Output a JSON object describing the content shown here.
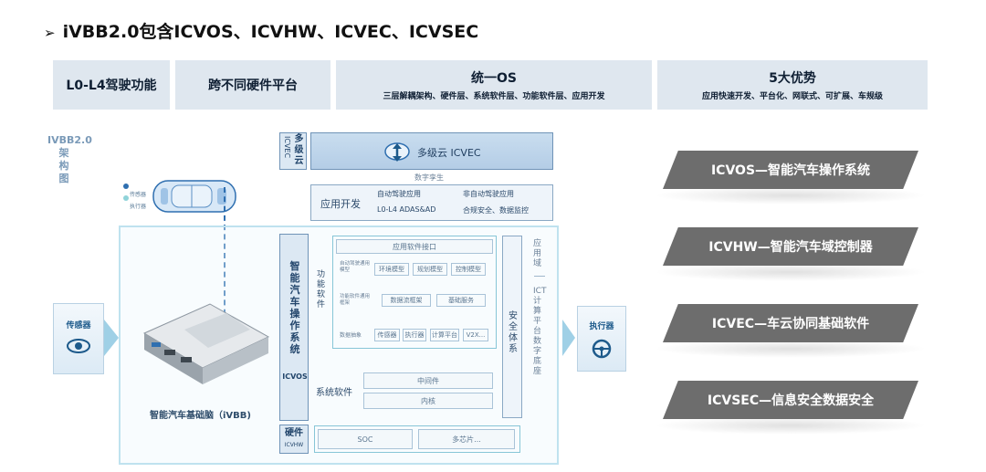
{
  "title": "iVBB2.0包含ICVOS、ICVHW、ICVEC、ICVSEC",
  "title_bullet": "➢",
  "features": [
    {
      "big": "L0-L4驾驶功能",
      "small": ""
    },
    {
      "big": "跨不同硬件平台",
      "small": ""
    },
    {
      "big": "统一OS",
      "small": "三层解耦架构、硬件层、系统软件层、功能软件层、应用开发"
    },
    {
      "big": "5大优势",
      "small": "应用快速开发、平台化、网联式、可扩展、车规级"
    }
  ],
  "diagram": {
    "vertical_label_top": "IVBB2.0",
    "vertical_label_chars": [
      "架",
      "构",
      "图"
    ],
    "car_legend": [
      "传感器",
      "执行器"
    ],
    "cloud_tag": "多级云",
    "cloud_tag_en": "ICVEC",
    "cloud_title": "多级云 ICVEC",
    "digital_twin": "数字孪生",
    "app_dev_label": "应用开发",
    "app_auto": "自动驾驶应用",
    "app_auto_sub": "L0-L4 ADAS&AD",
    "app_nonauto": "非自动驾驶应用",
    "app_nonauto_sub": "合规安全、数据监控",
    "os_tag": "智能汽车操作系统",
    "os_tag_en": "ICVOS",
    "func_sw_label": "功能软件",
    "app_api": "应用软件接口",
    "row1_label": "自动驾驶通用模型",
    "row1_items": [
      "环境模型",
      "规划模型",
      "控制模型"
    ],
    "row2_label": "功能软件通用框架",
    "row2_items": [
      "数据流框架",
      "基础服务"
    ],
    "row3_label": "数据抽象",
    "row3_items": [
      "传感器",
      "执行器",
      "计算平台",
      "V2X..."
    ],
    "security": "安全体系",
    "app_domain": "应用域",
    "ict_platform": "ICT 计算平台数字底座",
    "sys_sw_label": "系统软件",
    "middleware": "中间件",
    "kernel": "内核",
    "hw_tag": "硬件",
    "hw_tag_en": "ICVHW",
    "soc": "SOC",
    "multi_chip": "多芯片...",
    "device_caption": "智能汽车基础脑（iVBB)",
    "sensor_label": "传感器",
    "actuator_label": "执行器"
  },
  "right_bars": [
    "ICVOS—智能汽车操作系统",
    "ICVHW—智能汽车域控制器",
    "ICVEC—车云协同基础软件",
    "ICVSEC—信息安全数据安全"
  ],
  "colors": {
    "bar_bg": "#6d6d6d",
    "feature_bg": "#dfe7ef",
    "frame_teal": "#bfe2ef",
    "accent_blue": "#1d5a8b"
  }
}
